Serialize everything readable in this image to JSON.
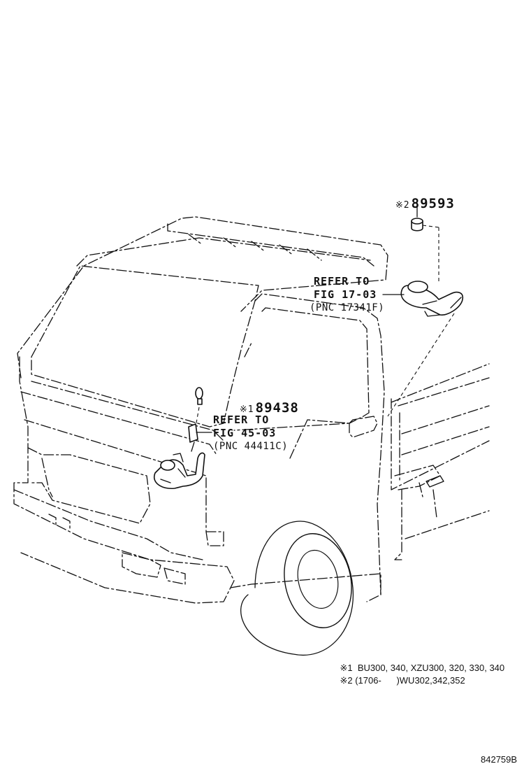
{
  "callouts": [
    {
      "mark": "※2",
      "number": "89593"
    },
    {
      "mark": "※1",
      "number": "89438"
    }
  ],
  "references": [
    {
      "line1": "REFER TO",
      "line2": "FIG 17-03",
      "line3": "(PNC 17341F)"
    },
    {
      "line1": "REFER TO",
      "line2": "FIG 45-03",
      "line3": "(PNC 44411C)"
    }
  ],
  "notes": [
    {
      "mark": "※1",
      "text": "BU300, 340, XZU300, 320, 330, 340"
    },
    {
      "mark": "※2",
      "text": "(1706-      )WU302,342,352"
    }
  ],
  "diagram_code": "842759B"
}
